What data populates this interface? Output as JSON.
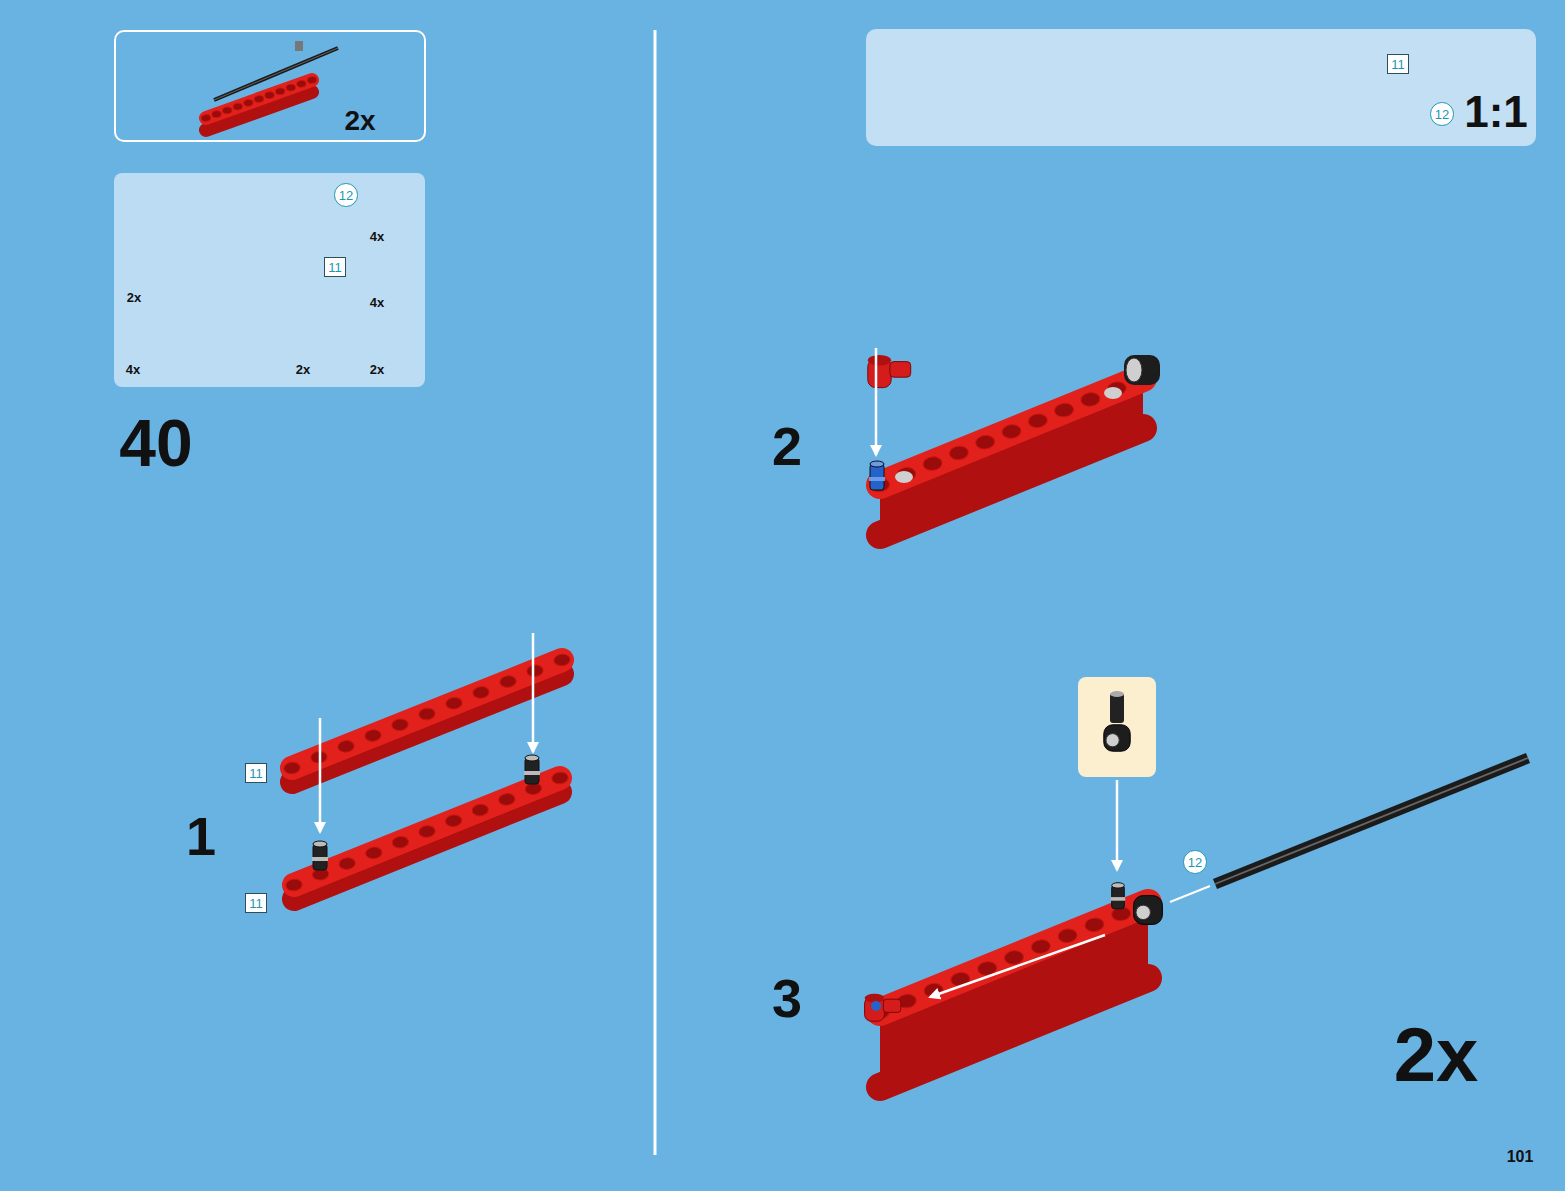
{
  "diagram": {
    "nodes": [
      {
        "text": [
          "2x"
        ]
      },
      {
        "text": [
          "4x",
          "2x",
          "4x",
          "4x",
          "2x",
          "2x"
        ]
      },
      {
        "text": [
          "12"
        ],
        "in": 1
      },
      {
        "text": [
          "11"
        ],
        "in": 1
      },
      {
        "text": [
          "1:1"
        ]
      },
      {
        "text": [
          "11"
        ],
        "in": 4
      },
      {
        "text": [
          "12"
        ],
        "in": 4
      },
      {
        "text": [
          "11"
        ]
      },
      {
        "text": [
          "11"
        ]
      },
      {
        "text": [
          "12"
        ]
      }
    ],
    "labels": [
      "40",
      "1",
      "2",
      "3",
      "2x",
      "101"
    ]
  }
}
